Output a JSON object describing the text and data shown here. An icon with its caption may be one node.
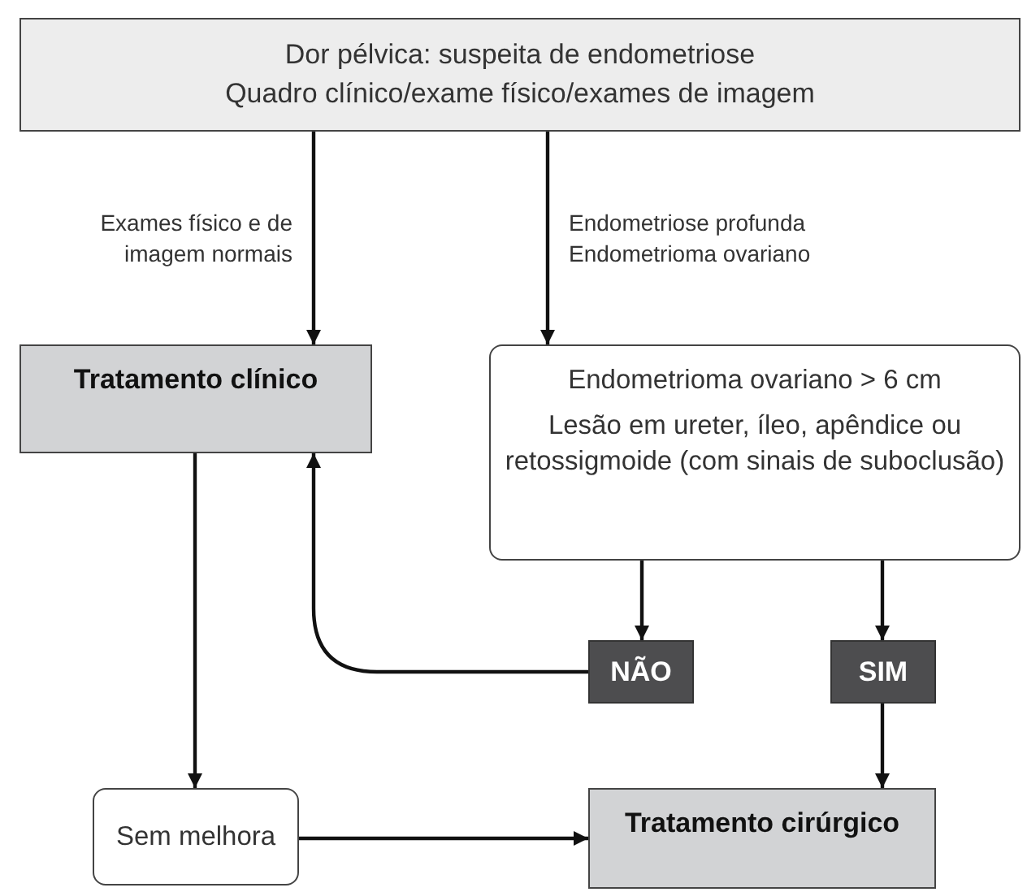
{
  "diagram": {
    "nodes": [
      {
        "text": [
          "Dor pélvica: suspeita de endometriose",
          "Quadro clínico/exame físico/exames de imagem"
        ]
      },
      {
        "text": [
          "Tratamento clínico"
        ]
      },
      {
        "text": [
          "Endometrioma ovariano > 6 cm",
          "Lesão em ureter, íleo, apêndice ou retossigmoide (com sinais de suboclusão)"
        ]
      },
      {
        "text": [
          "NÃO"
        ]
      },
      {
        "text": [
          "SIM"
        ]
      },
      {
        "text": [
          "Sem melhora"
        ]
      },
      {
        "text": [
          "Tratamento cirúrgico"
        ]
      }
    ],
    "edges": [
      {
        "from": 0,
        "to": 1,
        "arrow": "to",
        "label": "Exames físico e de imagem normais"
      },
      {
        "from": 0,
        "to": 2,
        "arrow": "to",
        "label": "Endometriose profunda Endometrioma ovariano"
      },
      {
        "from": 2,
        "to": 3,
        "arrow": "to"
      },
      {
        "from": 2,
        "to": 4,
        "arrow": "to"
      },
      {
        "from": 3,
        "to": 1,
        "arrow": "to"
      },
      {
        "from": 1,
        "to": 5,
        "arrow": "to"
      },
      {
        "from": 5,
        "to": 6,
        "arrow": "to"
      },
      {
        "from": 4,
        "to": 6,
        "arrow": "to"
      }
    ]
  }
}
